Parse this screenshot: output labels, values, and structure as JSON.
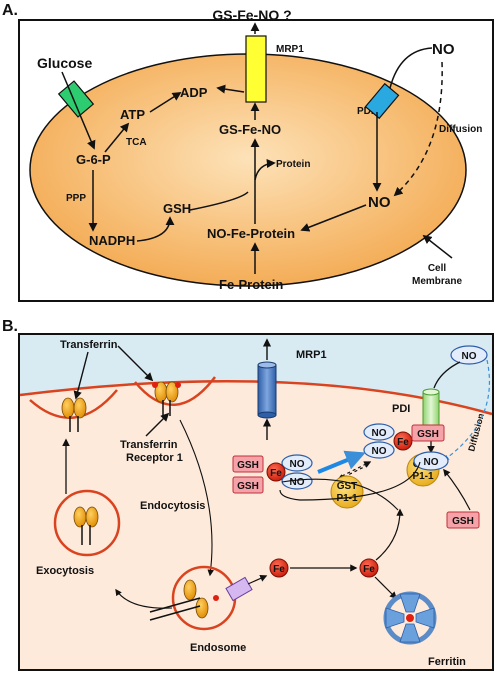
{
  "panel_a": {
    "label": "A.",
    "top_output": "GS-Fe-NO ?",
    "glucose": "Glucose",
    "mrp1": "MRP1",
    "no_outside": "NO",
    "pdi": "PDI",
    "diffusion": "Diffusion",
    "adp": "ADP",
    "atp": "ATP",
    "tca": "TCA",
    "g6p": "G-6-P",
    "gs_fe_no": "GS-Fe-NO",
    "protein": "Protein",
    "ppp": "PPP",
    "gsh": "GSH",
    "no_inside": "NO",
    "nadph": "NADPH",
    "no_fe_protein": "NO-Fe-Protein",
    "fe_protein": "Fe-Protein",
    "cell": "Cell",
    "membrane": "Membrane",
    "colors": {
      "cell_fill": "#f5b25c",
      "glucose_transporter": "#2ecc71",
      "mrp1": "#ffff33",
      "pdi": "#29a9e0"
    }
  },
  "panel_b": {
    "label": "B.",
    "transferrin": "Transferrin",
    "transferrin_receptor_1": "Transferrin",
    "transferrin_receptor_2": "Receptor 1",
    "mrp1": "MRP1",
    "no_top": "NO",
    "pdi": "PDI",
    "diffusion": "Diffusion",
    "no1": "NO",
    "no2": "NO",
    "fe_center": "Fe",
    "gsh_center": "GSH",
    "gst1a": "GST",
    "gst1b": "P1-1",
    "gsh_left1": "GSH",
    "no_left1": "NO",
    "fe_left": "Fe",
    "no_left2": "NO",
    "gsh_left2": "GSH",
    "gst2a": "GST",
    "gst2b": "P1-1",
    "no_membrane": "NO",
    "endocytosis": "Endocytosis",
    "gsh_right": "GSH",
    "exocytosis": "Exocytosis",
    "fe_mid1": "Fe",
    "fe_mid2": "Fe",
    "endosome": "Endosome",
    "ferritin": "Ferritin",
    "colors": {
      "cell_fill": "#fdeadb",
      "outside_fill": "#d8ebf2",
      "membrane": "#d9431f",
      "fe": "#e02010",
      "gst": "#f1c232",
      "gsh_box": "#f5a3a8",
      "no_oval": "#e3ecfb"
    }
  }
}
